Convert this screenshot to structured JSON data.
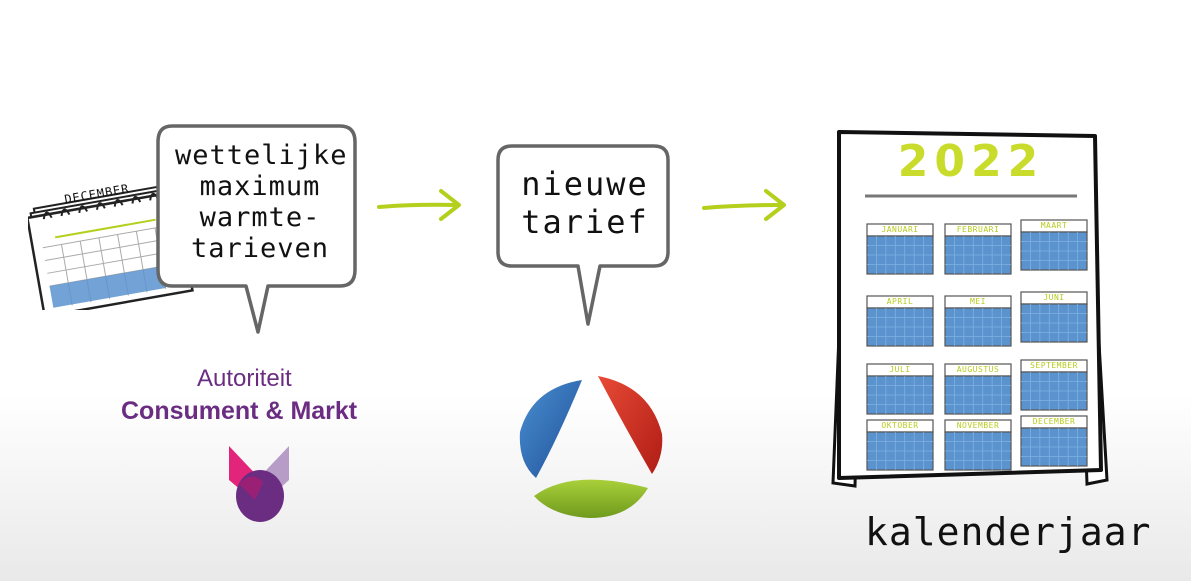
{
  "calendar_icon": {
    "month": "DECEMBER"
  },
  "bubble_left": {
    "lines": [
      "wettelijke",
      "maximum",
      "warmte-",
      "tarieven"
    ]
  },
  "bubble_middle": {
    "lines": [
      "nieuwe",
      "tarief"
    ]
  },
  "acm": {
    "line1": "Autoriteit",
    "line2": "Consument & Markt"
  },
  "big_calendar": {
    "year": "2022",
    "months": [
      "JANUARI",
      "FEBRUARI",
      "MAART",
      "APRIL",
      "MEI",
      "JUNI",
      "JULI",
      "AUGUSTUS",
      "SEPTEMBER",
      "OKTOBER",
      "NOVEMBER",
      "DECEMBER"
    ]
  },
  "caption": "kalenderjaar",
  "colors": {
    "arrow": "#b5cf1d",
    "acm_purple": "#6b2d82",
    "calendar_blue": "#5b93cf",
    "year_green": "#c9dc2c"
  }
}
